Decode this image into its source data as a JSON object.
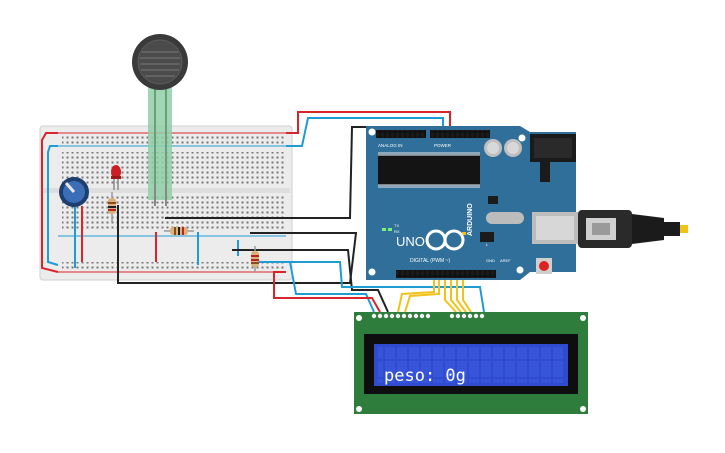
{
  "lcd": {
    "line1": "peso: 0g"
  },
  "arduino": {
    "brand": "ARDUINO",
    "model": "UNO",
    "digital_label": "DIGITAL (PWM ~)",
    "analog_label": "ANALOG IN",
    "power_label": "POWER",
    "tx_label": "TX",
    "rx_label": "RX",
    "aref_label": "AREF",
    "gnd_label": "GND",
    "l_label": "L"
  },
  "colors": {
    "board_blue": "#2f6f9a",
    "lcd_green": "#2f7d3d",
    "lcd_screen": "#2f4ccf",
    "wire_red": "#d7262b",
    "wire_blue": "#1f9bd6",
    "wire_black": "#222222",
    "wire_yellow": "#f2c21b",
    "fsr_green": "#8fcfa6"
  },
  "icons": {
    "usb": "usb-connector-icon",
    "barrel": "dc-jack-icon",
    "reset": "reset-button-icon"
  }
}
